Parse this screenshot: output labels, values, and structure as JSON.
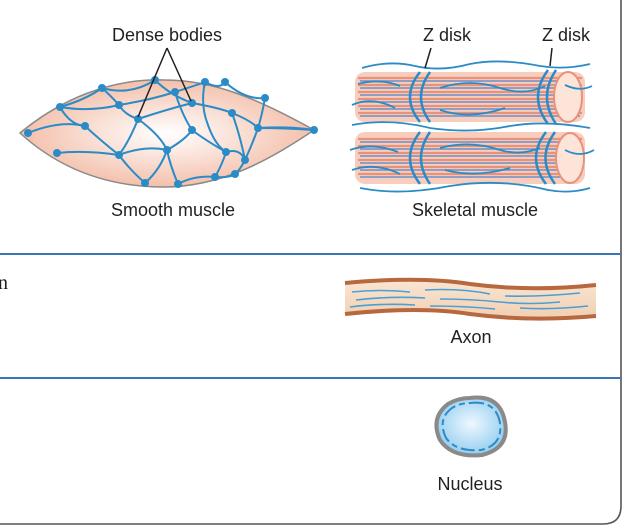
{
  "row1": {
    "smooth_muscle": {
      "label": "Smooth muscle",
      "callout": "Dense bodies"
    },
    "skeletal_muscle": {
      "label": "Skeletal muscle",
      "z_disk_left": "Z disk",
      "z_disk_right": "Z disk"
    }
  },
  "row2": {
    "left_fragment": "n",
    "axon_label": "Axon"
  },
  "row3": {
    "nucleus_label": "Nucleus"
  },
  "colors": {
    "divider": "#3a77b5",
    "filament": "#2a8bc7",
    "node": "#2a8bc7",
    "cell_fill": "#f6c7b2",
    "myofibril": "#e9927b",
    "axon_sheath": "#b8683e",
    "axon_fill": "#f7dfc9",
    "nucleus_fill": "#bfe1f6",
    "nucleus_rim": "#8a8a8a",
    "frame": "#555555"
  }
}
